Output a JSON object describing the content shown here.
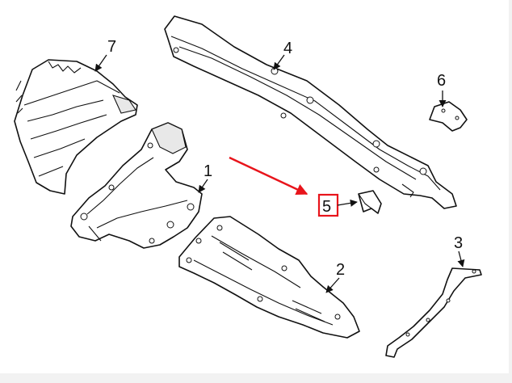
{
  "callouts": [
    {
      "id": "1",
      "label": "1"
    },
    {
      "id": "2",
      "label": "2"
    },
    {
      "id": "3",
      "label": "3"
    },
    {
      "id": "4",
      "label": "4"
    },
    {
      "id": "5",
      "label": "5"
    },
    {
      "id": "6",
      "label": "6"
    },
    {
      "id": "7",
      "label": "7"
    }
  ],
  "highlight": {
    "callout": "5",
    "box_color": "#e8141b",
    "arrow_color": "#e8141b"
  }
}
